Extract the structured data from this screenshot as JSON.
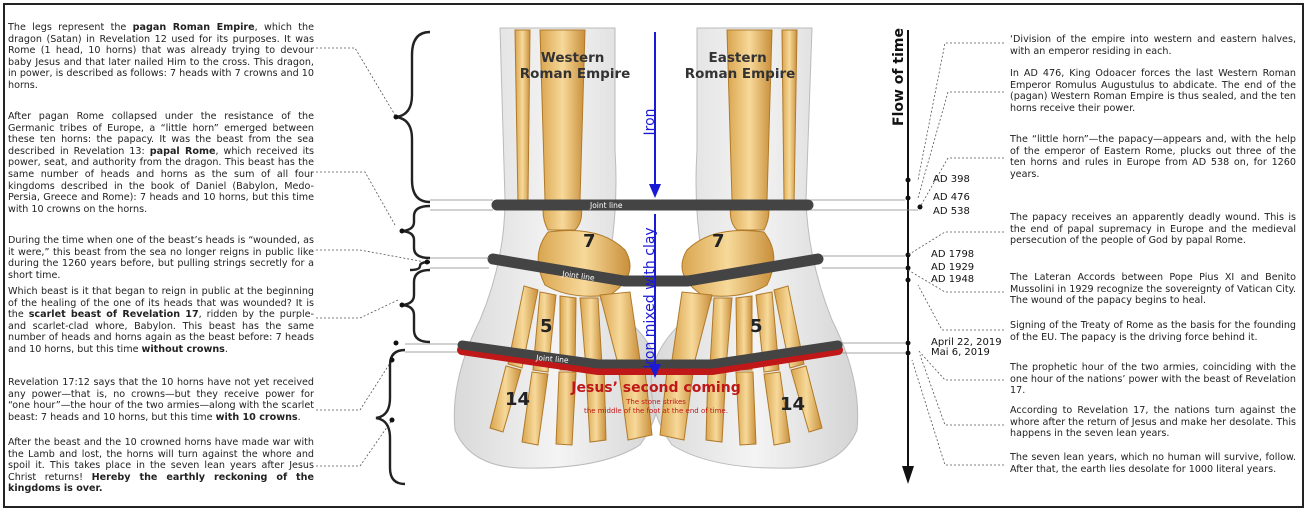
{
  "left_notes": [
    {
      "parts": [
        "The legs represent the ",
        {
          "b": "pagan Roman Empire"
        },
        ", which the dragon (Satan) in Revelation 12 used for its purposes. It was Rome (1 head, 10 horns) that was already trying to devour baby Jesus and that later nailed Him to the cross. This dragon, in power, is described as follows: 7 heads with 7 crowns and 10 horns."
      ]
    },
    {
      "parts": [
        "After pagan Rome collapsed under the resistance of the Germanic tribes of Europe, a “little horn” emerged between these ten horns: the papacy. It was the beast from the sea described in Revelation 13: ",
        {
          "b": "papal Rome"
        },
        ", which received its power, seat, and authority from the dragon. This beast has the same number of heads and horns as the sum of all four kingdoms described in the book of Daniel (Babylon, Medo-Persia, Greece and Rome): 7 heads and 10 horns, but this time with 10 crowns on the horns."
      ]
    },
    {
      "parts": [
        "During the time when one of the beast’s heads is “wounded, as it were,” this beast from the sea no longer reigns in public like during the 1260 years before, but pulling strings secretly for a short time."
      ]
    },
    {
      "parts": [
        "Which beast is it that began to reign in public at the beginning of the healing of the one of its heads that was wounded? It is the ",
        {
          "b": "scarlet beast of Revelation 17"
        },
        ", ridden by the purple- and scarlet-clad whore, Babylon. This beast has the same number of heads and horns again as the beast before: 7 heads and 10 horns, but this time ",
        {
          "b": "without crowns"
        },
        "."
      ]
    },
    {
      "parts": [
        "Revelation 17:12 says that the 10 horns have not yet received any power—that is, no crowns—but they receive power for “one hour”—the hour of the two armies—along with the scarlet beast: 7 heads and 10 horns, but this time ",
        {
          "b": "with 10 crowns"
        },
        "."
      ]
    },
    {
      "parts": [
        "After the beast and the 10 crowned horns have made war with the Lamb and lost, the horns will turn against the whore and spoil it. This takes place in the seven lean years after Jesus Christ returns! ",
        {
          "b": "Hereby the earthly reckoning of the kingdoms is over."
        }
      ]
    }
  ],
  "right_notes": [
    "‘Division of the empire into western and eastern halves, with an emperor residing in each.",
    "In AD 476, King Odoacer forces the last Western Roman Emperor Romulus Augustulus to abdicate. The end of the (pagan) Western Roman Empire is thus sealed, and the ten horns receive their power.",
    "The “little horn”—the papacy—appears and, with the help of the emperor of Eastern Rome, plucks out three of the ten horns and rules in Europe from AD 538 on, for 1260 years.",
    "The papacy receives an apparently deadly wound. This is the end of papal supremacy in Europe and the medieval persecution of the people of God by papal Rome.",
    "The Lateran Accords between Pope Pius XI and Benito Mussolini in 1929 recognize the sovereignty of Vatican City. The wound of the papacy begins to heal.",
    "Signing of the Treaty of Rome as the basis for the founding of the EU. The papacy is the driving force behind it.",
    "The prophetic hour of the two armies, coinciding with the one hour of the nations’ power with the beast of Revelation 17.",
    "According to Revelation 17, the nations turn against the whore after the return of Jesus and make her desolate. This happens in the seven lean years.",
    "The seven lean years, which no human will survive, follow. After that, the earth lies desolate for 1000 literal years."
  ],
  "timeline": {
    "axis_label": "Flow of time",
    "dates": [
      "AD 398",
      "AD 476",
      "AD 538",
      "AD 1798",
      "AD 1929",
      "AD 1948",
      "April 22, 2019",
      "Mai 6, 2019"
    ]
  },
  "figure": {
    "western": "Western\nRoman Empire",
    "eastern": "Eastern\nRoman Empire",
    "iron": "Iron",
    "iron_clay": "Iron mixed with clay",
    "joint_line": "Joint line",
    "second_coming": "Jesus’ second coming",
    "stone_1": "The stone strikes",
    "stone_2": "the middle of the foot at the end of time.",
    "n7": "7",
    "n5": "5",
    "n14": "14"
  },
  "colors": {
    "iron_arrow": "#1a1ad6",
    "red": "#c01818",
    "bar": "#444444"
  }
}
